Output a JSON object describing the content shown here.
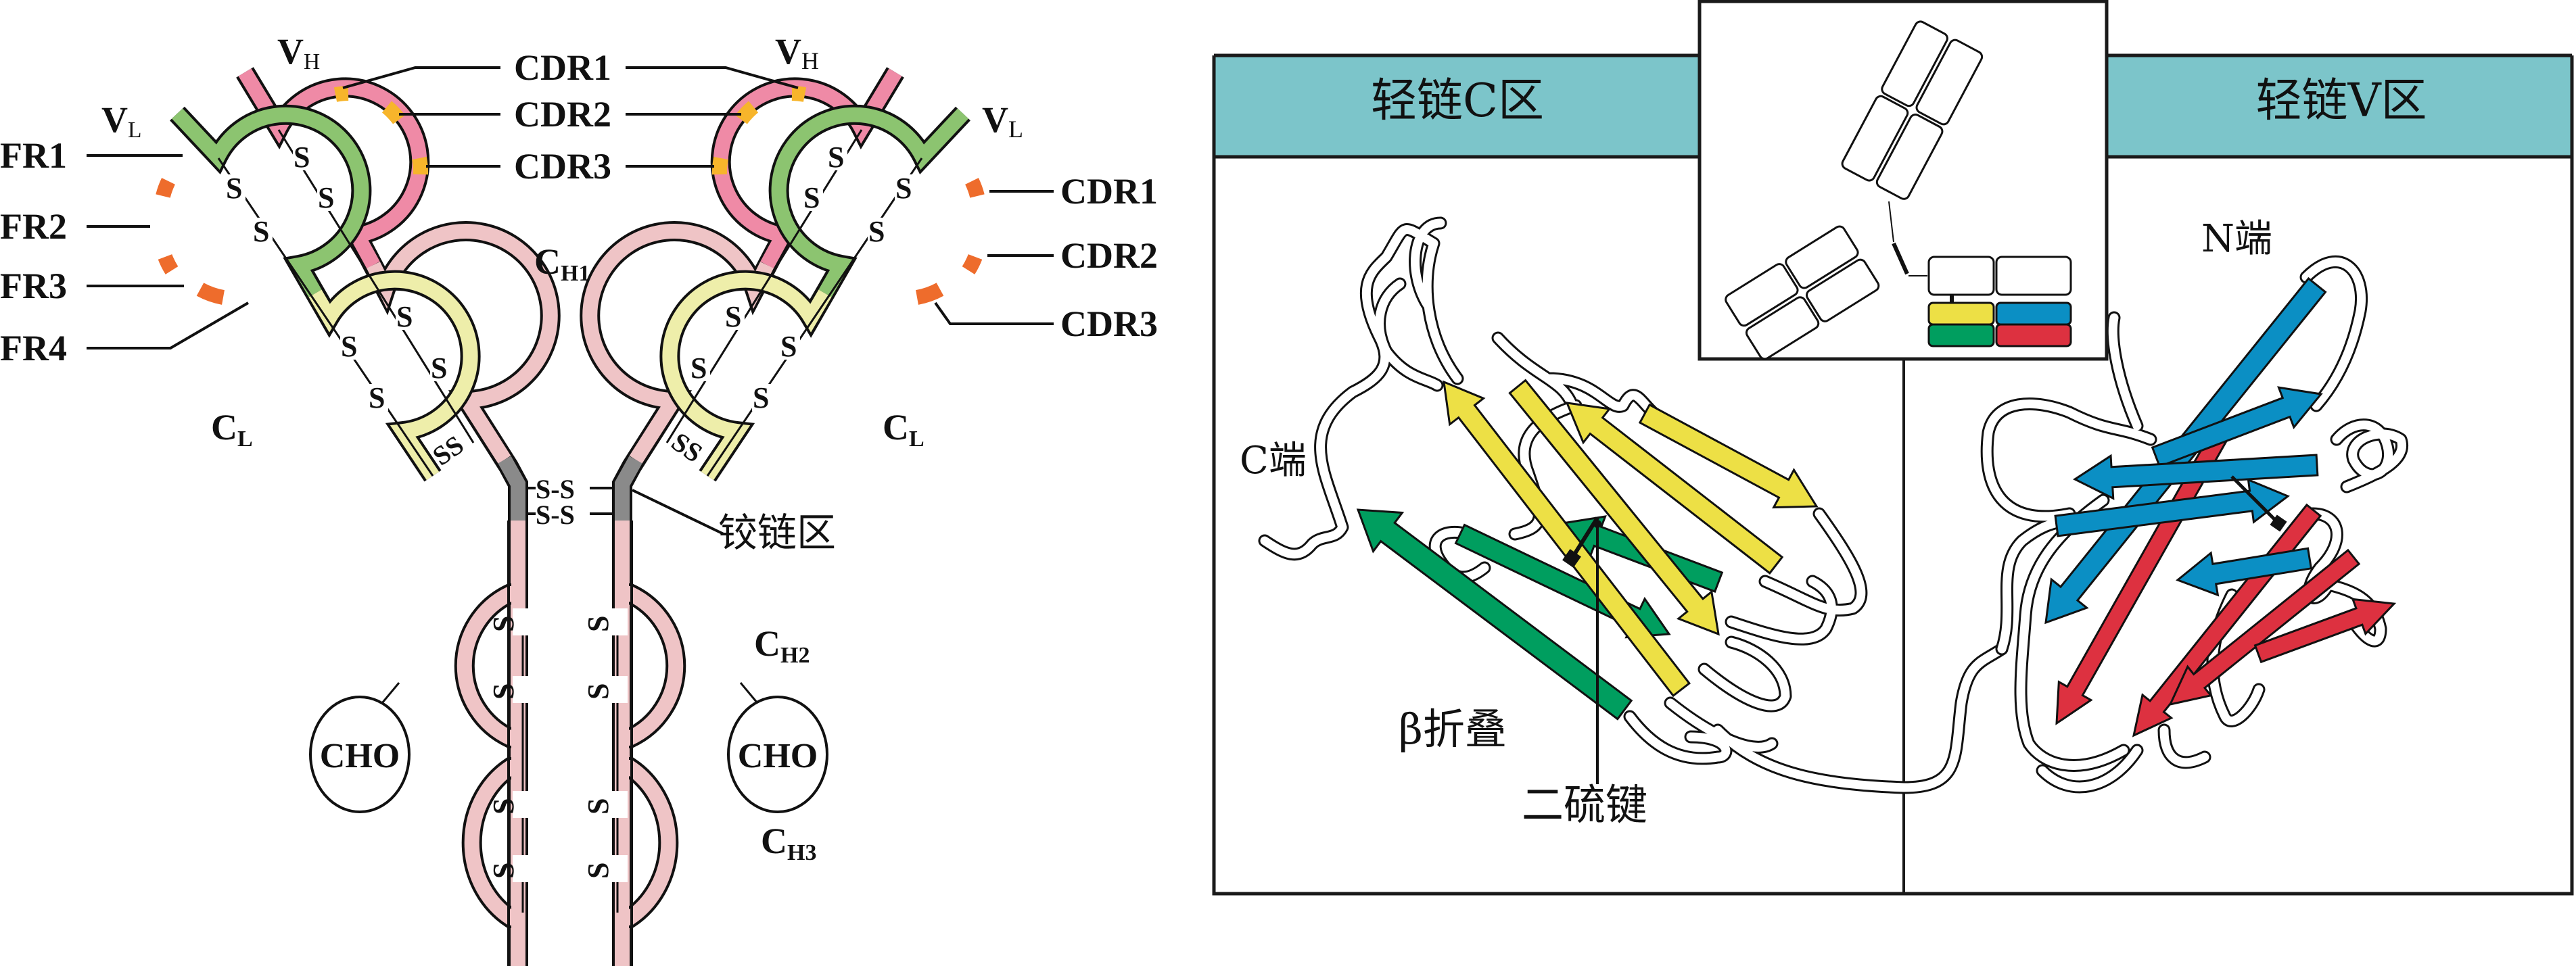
{
  "colors": {
    "vh": "#ef8aa6",
    "vh_cdr": "#f7b52b",
    "vl": "#8cc470",
    "vl_cdr": "#ee6c2c",
    "cl": "#eeeeaa",
    "ch": "#efc4c6",
    "hinge": "#8a8a8a",
    "header": "#7cc5ca",
    "strand_yellow": "#ede045",
    "strand_green": "#009e5f",
    "strand_blue": "#0b8fc4",
    "strand_red": "#dd3140"
  },
  "antibody": {
    "left_labels": {
      "vh": {
        "main": "V",
        "sub": "H"
      },
      "vl": {
        "main": "V",
        "sub": "L"
      },
      "fr1": "FR1",
      "fr2": "FR2",
      "fr3": "FR3",
      "fr4": "FR4",
      "cl": {
        "main": "C",
        "sub": "L"
      },
      "ch1": {
        "main": "C",
        "sub": "H1"
      }
    },
    "center_labels": {
      "cdr1": "CDR1",
      "cdr2": "CDR2",
      "cdr3": "CDR3"
    },
    "right_labels": {
      "vh": {
        "main": "V",
        "sub": "H"
      },
      "vl": {
        "main": "V",
        "sub": "L"
      },
      "cdr1": "CDR1",
      "cdr2": "CDR2",
      "cdr3": "CDR3",
      "cl": {
        "main": "C",
        "sub": "L"
      },
      "ch2": {
        "main": "C",
        "sub": "H2"
      },
      "ch3": {
        "main": "C",
        "sub": "H3"
      }
    },
    "hinge_label": "铰链区",
    "disulfide_inter": "S-S",
    "disulfide_atom": "S",
    "ss_pair": "SS",
    "carbohydrate": "CHO"
  },
  "structure_panel": {
    "constant_header": "轻链C区",
    "variable_header": "轻链V区",
    "c_terminus": "C端",
    "n_terminus": "N端",
    "beta_sheet": "β折叠",
    "disulfide_bond": "二硫键"
  }
}
